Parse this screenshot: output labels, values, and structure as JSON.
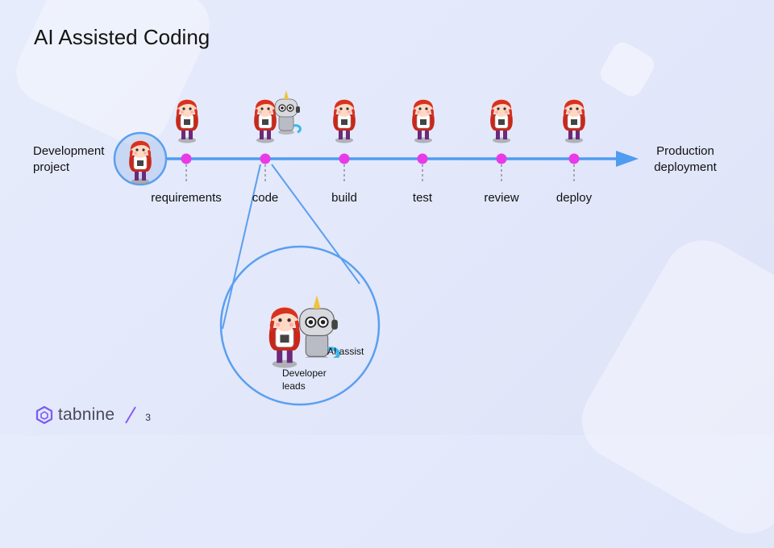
{
  "slide": {
    "title": "AI Assisted Coding",
    "page_number": "3"
  },
  "endpoints": {
    "start": {
      "line1": "Development",
      "line2": "project"
    },
    "end": {
      "line1": "Production",
      "line2": "deployment"
    }
  },
  "stages": [
    {
      "label": "requirements"
    },
    {
      "label": "code"
    },
    {
      "label": "build"
    },
    {
      "label": "test"
    },
    {
      "label": "review"
    },
    {
      "label": "deploy"
    }
  ],
  "detail": {
    "assist_label": "AI assist",
    "developer_label_1": "Developer",
    "developer_label_2": "leads"
  },
  "brand": {
    "name": "tabnine",
    "logo_icon": "tabnine-hexagon-logo-icon"
  },
  "colors": {
    "arrow": "#4f9cf0",
    "node": "#e83be8",
    "circle": "#5a9ff0",
    "accent": "#7a5af5"
  }
}
